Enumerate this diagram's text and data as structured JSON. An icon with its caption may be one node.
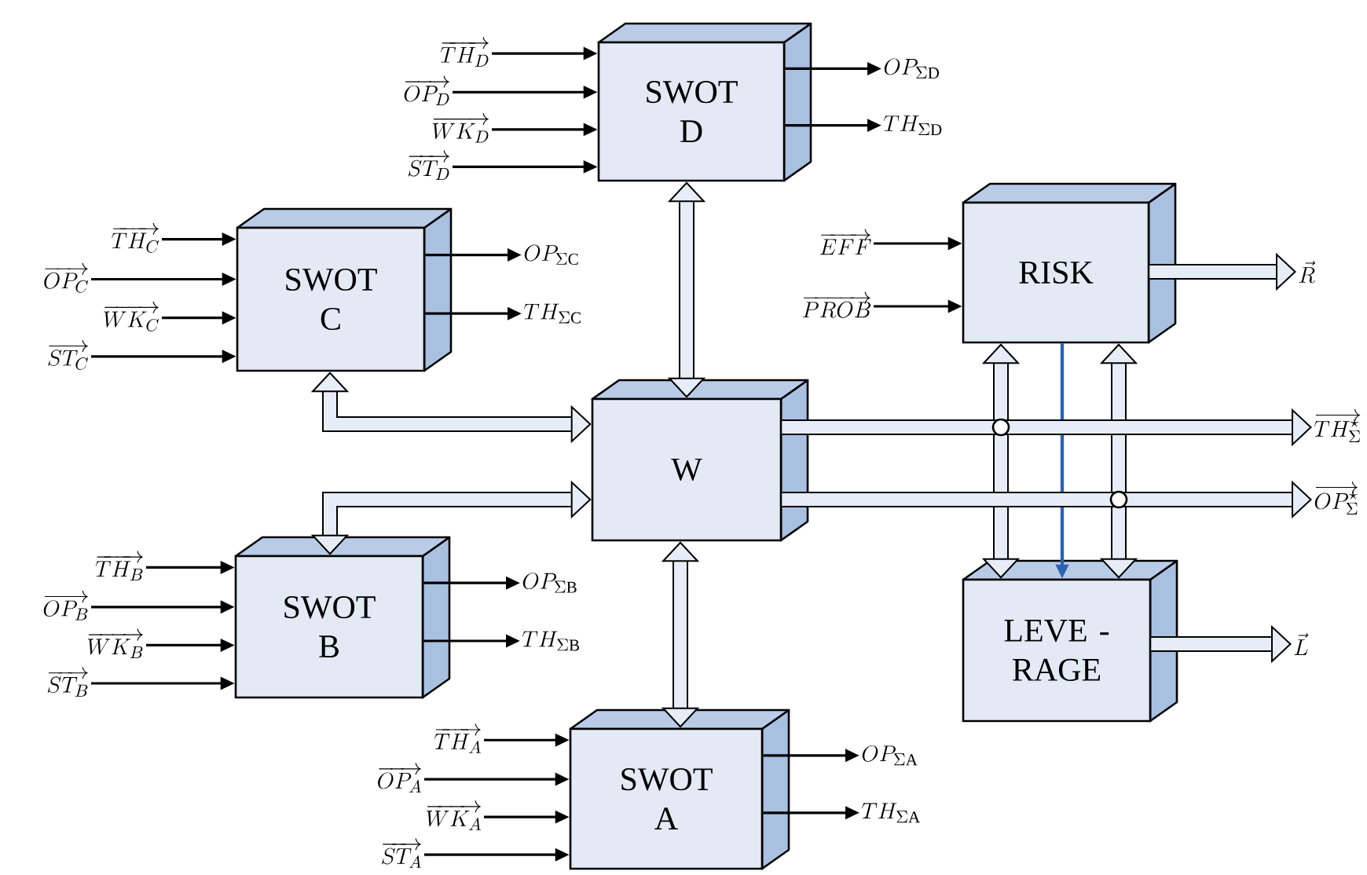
{
  "diagram": {
    "nodes": [
      {
        "text": [
          "SWOT D"
        ]
      },
      {
        "text": [
          "\\overrightarrow{TH_{D}}"
        ]
      },
      {
        "text": [
          "\\overrightarrow{OP_{D}}"
        ]
      },
      {
        "text": [
          "\\overrightarrow{WK_{D}}"
        ]
      },
      {
        "text": [
          "\\overrightarrow{ST_{D}}"
        ]
      },
      {
        "text": [
          "OP_{\\Sigma\\mathrm{D}}"
        ]
      },
      {
        "text": [
          "TH_{\\Sigma\\mathrm{D}}"
        ]
      },
      {
        "text": [
          "SWOT C"
        ]
      },
      {
        "text": [
          "\\overrightarrow{TH_{C}}"
        ]
      },
      {
        "text": [
          "\\overrightarrow{OP_{C}}"
        ]
      },
      {
        "text": [
          "\\overrightarrow{WK_{C}}"
        ]
      },
      {
        "text": [
          "\\overrightarrow{ST_{C}}"
        ]
      },
      {
        "text": [
          "OP_{\\Sigma\\mathrm{C}}"
        ]
      },
      {
        "text": [
          "TH_{\\Sigma\\mathrm{C}}"
        ]
      },
      {
        "text": [
          "RISK"
        ]
      },
      {
        "text": [
          "\\overrightarrow{EFF}"
        ]
      },
      {
        "text": [
          "\\overrightarrow{PROB}"
        ]
      },
      {
        "text": [
          "\\vec{R}"
        ]
      },
      {
        "text": [
          "W"
        ]
      },
      {
        "text": [
          "\\overrightarrow{TH_{\\Sigma}^{\\star}}"
        ]
      },
      {
        "text": [
          "\\overrightarrow{OP_{\\Sigma}^{\\star}}"
        ]
      },
      {
        "text": [
          "SWOT B"
        ]
      },
      {
        "text": [
          "\\overrightarrow{TH_{B}}"
        ]
      },
      {
        "text": [
          "\\overrightarrow{OP_{B}}"
        ]
      },
      {
        "text": [
          "\\overrightarrow{WK_{B}}"
        ]
      },
      {
        "text": [
          "\\overrightarrow{ST_{B}}"
        ]
      },
      {
        "text": [
          "OP_{\\Sigma\\mathrm{B}}"
        ]
      },
      {
        "text": [
          "TH_{\\Sigma\\mathrm{B}}"
        ]
      },
      {
        "text": [
          "LEVE - RAGE"
        ]
      },
      {
        "text": [
          "\\vec{L}"
        ]
      },
      {
        "text": [
          "SWOT A"
        ]
      },
      {
        "text": [
          "\\overrightarrow{TH_{A}}"
        ]
      },
      {
        "text": [
          "\\overrightarrow{OP_{A}}"
        ]
      },
      {
        "text": [
          "\\overrightarrow{WK_{A}}"
        ]
      },
      {
        "text": [
          "\\overrightarrow{ST_{A}}"
        ]
      },
      {
        "text": [
          "OP_{\\Sigma\\mathrm{A}}"
        ]
      },
      {
        "text": [
          "TH_{\\Sigma\\mathrm{A}}"
        ]
      }
    ],
    "edges": [
      {
        "from": 1,
        "to": 0,
        "arrow": "to"
      },
      {
        "from": 2,
        "to": 0,
        "arrow": "to"
      },
      {
        "from": 3,
        "to": 0,
        "arrow": "to"
      },
      {
        "from": 4,
        "to": 0,
        "arrow": "to"
      },
      {
        "from": 0,
        "to": 5,
        "arrow": "to"
      },
      {
        "from": 0,
        "to": 6,
        "arrow": "to"
      },
      {
        "from": 8,
        "to": 7,
        "arrow": "to"
      },
      {
        "from": 9,
        "to": 7,
        "arrow": "to"
      },
      {
        "from": 10,
        "to": 7,
        "arrow": "to"
      },
      {
        "from": 11,
        "to": 7,
        "arrow": "to"
      },
      {
        "from": 7,
        "to": 12,
        "arrow": "to"
      },
      {
        "from": 7,
        "to": 13,
        "arrow": "to"
      },
      {
        "from": 15,
        "to": 14,
        "arrow": "to"
      },
      {
        "from": 16,
        "to": 14,
        "arrow": "to"
      },
      {
        "from": 14,
        "to": 17,
        "arrow": "to",
        "style": "thick"
      },
      {
        "from": 14,
        "to": 28,
        "arrow": "both",
        "style": "thick"
      },
      {
        "from": 14,
        "to": 28,
        "arrow": "both",
        "style": "thick"
      },
      {
        "from": 14,
        "to": 28,
        "arrow": "to",
        "color": "#2e62b0"
      },
      {
        "from": 18,
        "to": 19,
        "arrow": "to",
        "style": "thick"
      },
      {
        "from": 18,
        "to": 20,
        "arrow": "to",
        "style": "thick"
      },
      {
        "from": 18,
        "to": 0,
        "arrow": "both",
        "style": "thick"
      },
      {
        "from": 7,
        "to": 18,
        "arrow": "both",
        "style": "thick"
      },
      {
        "from": 22,
        "to": 21,
        "arrow": "to"
      },
      {
        "from": 23,
        "to": 21,
        "arrow": "to"
      },
      {
        "from": 24,
        "to": 21,
        "arrow": "to"
      },
      {
        "from": 25,
        "to": 21,
        "arrow": "to"
      },
      {
        "from": 21,
        "to": 26,
        "arrow": "to"
      },
      {
        "from": 21,
        "to": 27,
        "arrow": "to"
      },
      {
        "from": 21,
        "to": 18,
        "arrow": "both",
        "style": "thick"
      },
      {
        "from": 28,
        "to": 29,
        "arrow": "to",
        "style": "thick"
      },
      {
        "from": 31,
        "to": 30,
        "arrow": "to"
      },
      {
        "from": 32,
        "to": 30,
        "arrow": "to"
      },
      {
        "from": 33,
        "to": 30,
        "arrow": "to"
      },
      {
        "from": 34,
        "to": 30,
        "arrow": "to"
      },
      {
        "from": 30,
        "to": 35,
        "arrow": "to"
      },
      {
        "from": 30,
        "to": 36,
        "arrow": "to"
      },
      {
        "from": 18,
        "to": 30,
        "arrow": "both",
        "style": "thick"
      }
    ]
  }
}
